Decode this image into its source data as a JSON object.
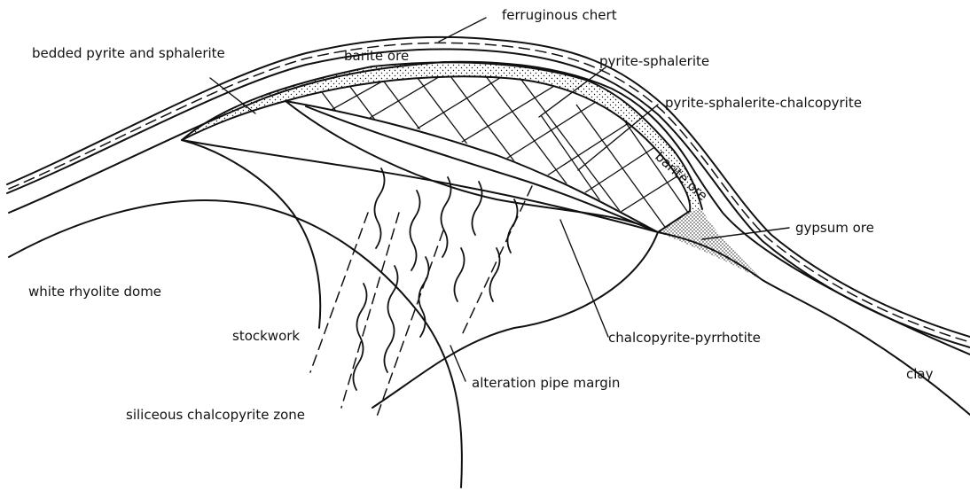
{
  "labels": {
    "ferruginous_chert": "ferruginous chert",
    "bedded_pyrite_sphalerite": "bedded pyrite and sphalerite",
    "barite_ore_top": "barite ore",
    "pyrite_sphalerite": "pyrite-sphalerite",
    "pyrite_sphalerite_chalcopyrite": "pyrite-sphalerite-chalcopyrite",
    "barite_ore_right": "barite ore",
    "gypsum_ore": "gypsum ore",
    "white_rhyolite_dome": "white rhyolite dome",
    "stockwork": "stockwork",
    "chalcopyrite_pyrrhotite": "chalcopyrite-pyrrhotite",
    "alteration_pipe_margin": "alteration pipe margin",
    "clay": "clay",
    "siliceous_chalcopyrite_zone": "siliceous chalcopyrite zone"
  },
  "colors": {
    "line": "#111111",
    "background": "#ffffff"
  }
}
